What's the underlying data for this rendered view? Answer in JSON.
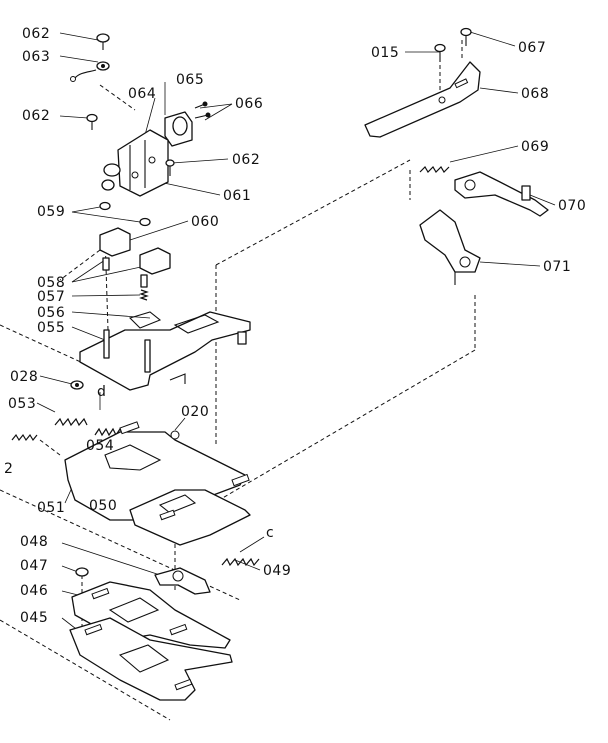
{
  "labels": {
    "p062a": "062",
    "p063": "063",
    "p065": "065",
    "p064": "064",
    "p066": "066",
    "p062b": "062",
    "p062c": "062",
    "p061": "061",
    "p059": "059",
    "p060": "060",
    "p058": "058",
    "p057": "057",
    "p056": "056",
    "p055": "055",
    "p028": "028",
    "p053": "053",
    "pd": "d",
    "p054": "054",
    "p020": "020",
    "p052": "2",
    "p051": "051",
    "p050": "050",
    "p048": "048",
    "pc": "c",
    "p047": "047",
    "p049": "049",
    "p046": "046",
    "p045": "045",
    "p015": "015",
    "p067": "067",
    "p068": "068",
    "p069": "069",
    "p070": "070",
    "p071": "071"
  }
}
